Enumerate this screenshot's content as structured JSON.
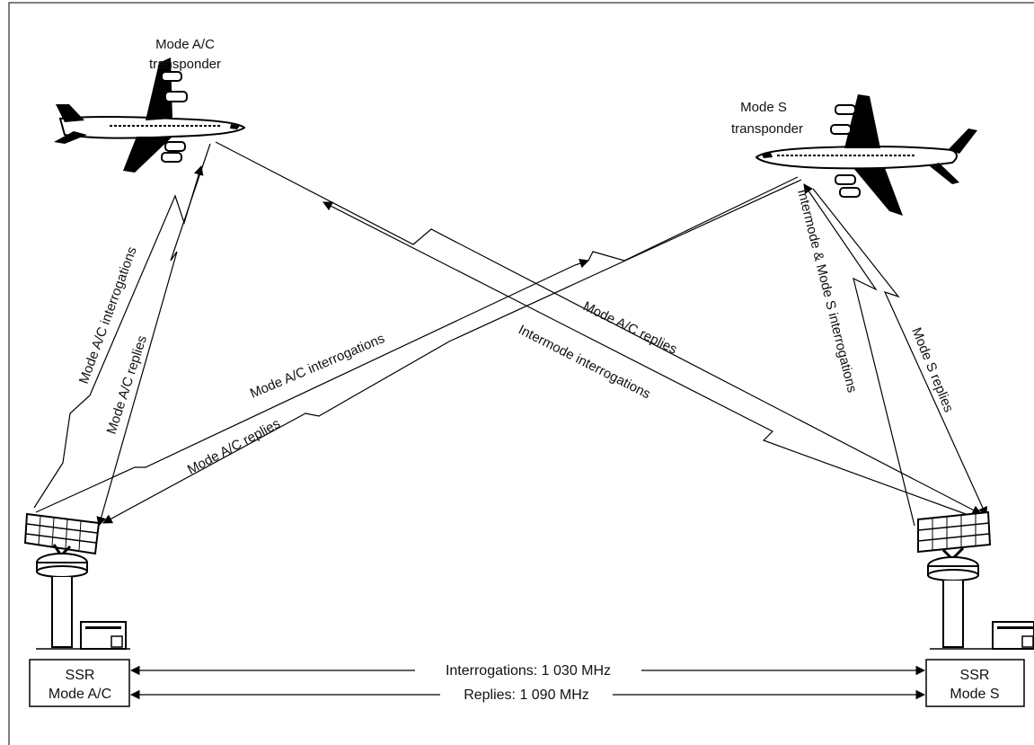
{
  "aircraft_left": {
    "title_line1": "Mode A/C",
    "title_line2": "transponder"
  },
  "aircraft_right": {
    "title_line1": "Mode S",
    "title_line2": "transponder"
  },
  "links": {
    "left_interrogations": "Mode A/C interrogations",
    "left_replies": "Mode A/C replies",
    "cross_ac_interrogations": "Mode A/C interrogations",
    "cross_ac_replies": "Mode A/C replies",
    "cross_ac_replies_right": "Mode A/C replies",
    "intermode_interrogations": "Intermode interrogations",
    "right_intermode_modes": "Intermode & Mode S interrogations",
    "right_modes_replies": "Mode S replies"
  },
  "stations": {
    "left": {
      "line1": "SSR",
      "line2": "Mode A/C"
    },
    "right": {
      "line1": "SSR",
      "line2": "Mode S"
    }
  },
  "bottom": {
    "interrogations": "Interrogations: 1 030 MHz",
    "replies": "Replies: 1 090 MHz"
  }
}
